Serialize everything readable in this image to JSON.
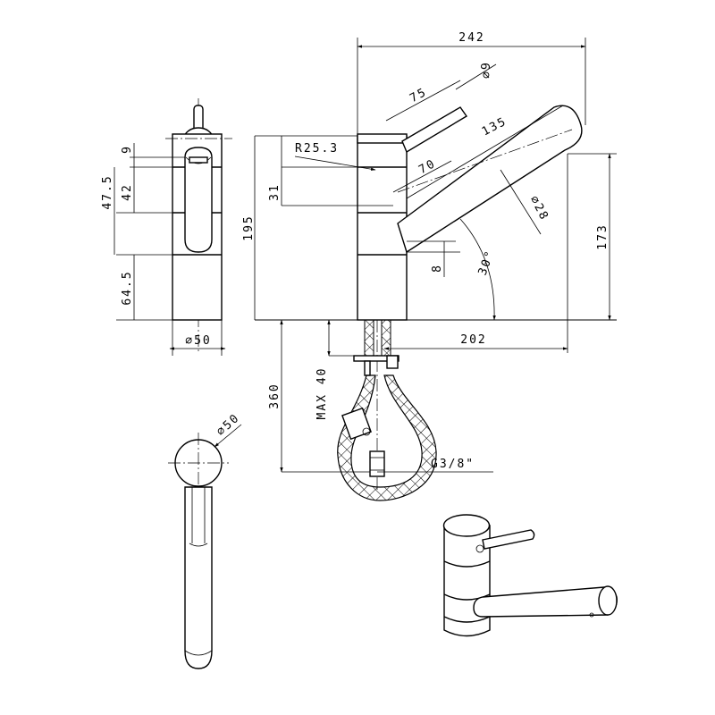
{
  "dimensions": {
    "d9_left": "9",
    "d47_5": "47.5",
    "d42": "42",
    "d64_5": "64.5",
    "d195": "195",
    "d31": "31",
    "phi50_front": "⌀50",
    "r25_3": "R25.3",
    "d75": "75",
    "phi9": "⌀9",
    "d242": "242",
    "d135": "135",
    "d70": "70",
    "phi28": "⌀28",
    "d173": "173",
    "d8": "8",
    "angle30": "30°",
    "d202": "202",
    "d360": "360",
    "max40": "MAX 40",
    "g3_8": "G3/8\"",
    "phi50_top": "⌀50"
  }
}
